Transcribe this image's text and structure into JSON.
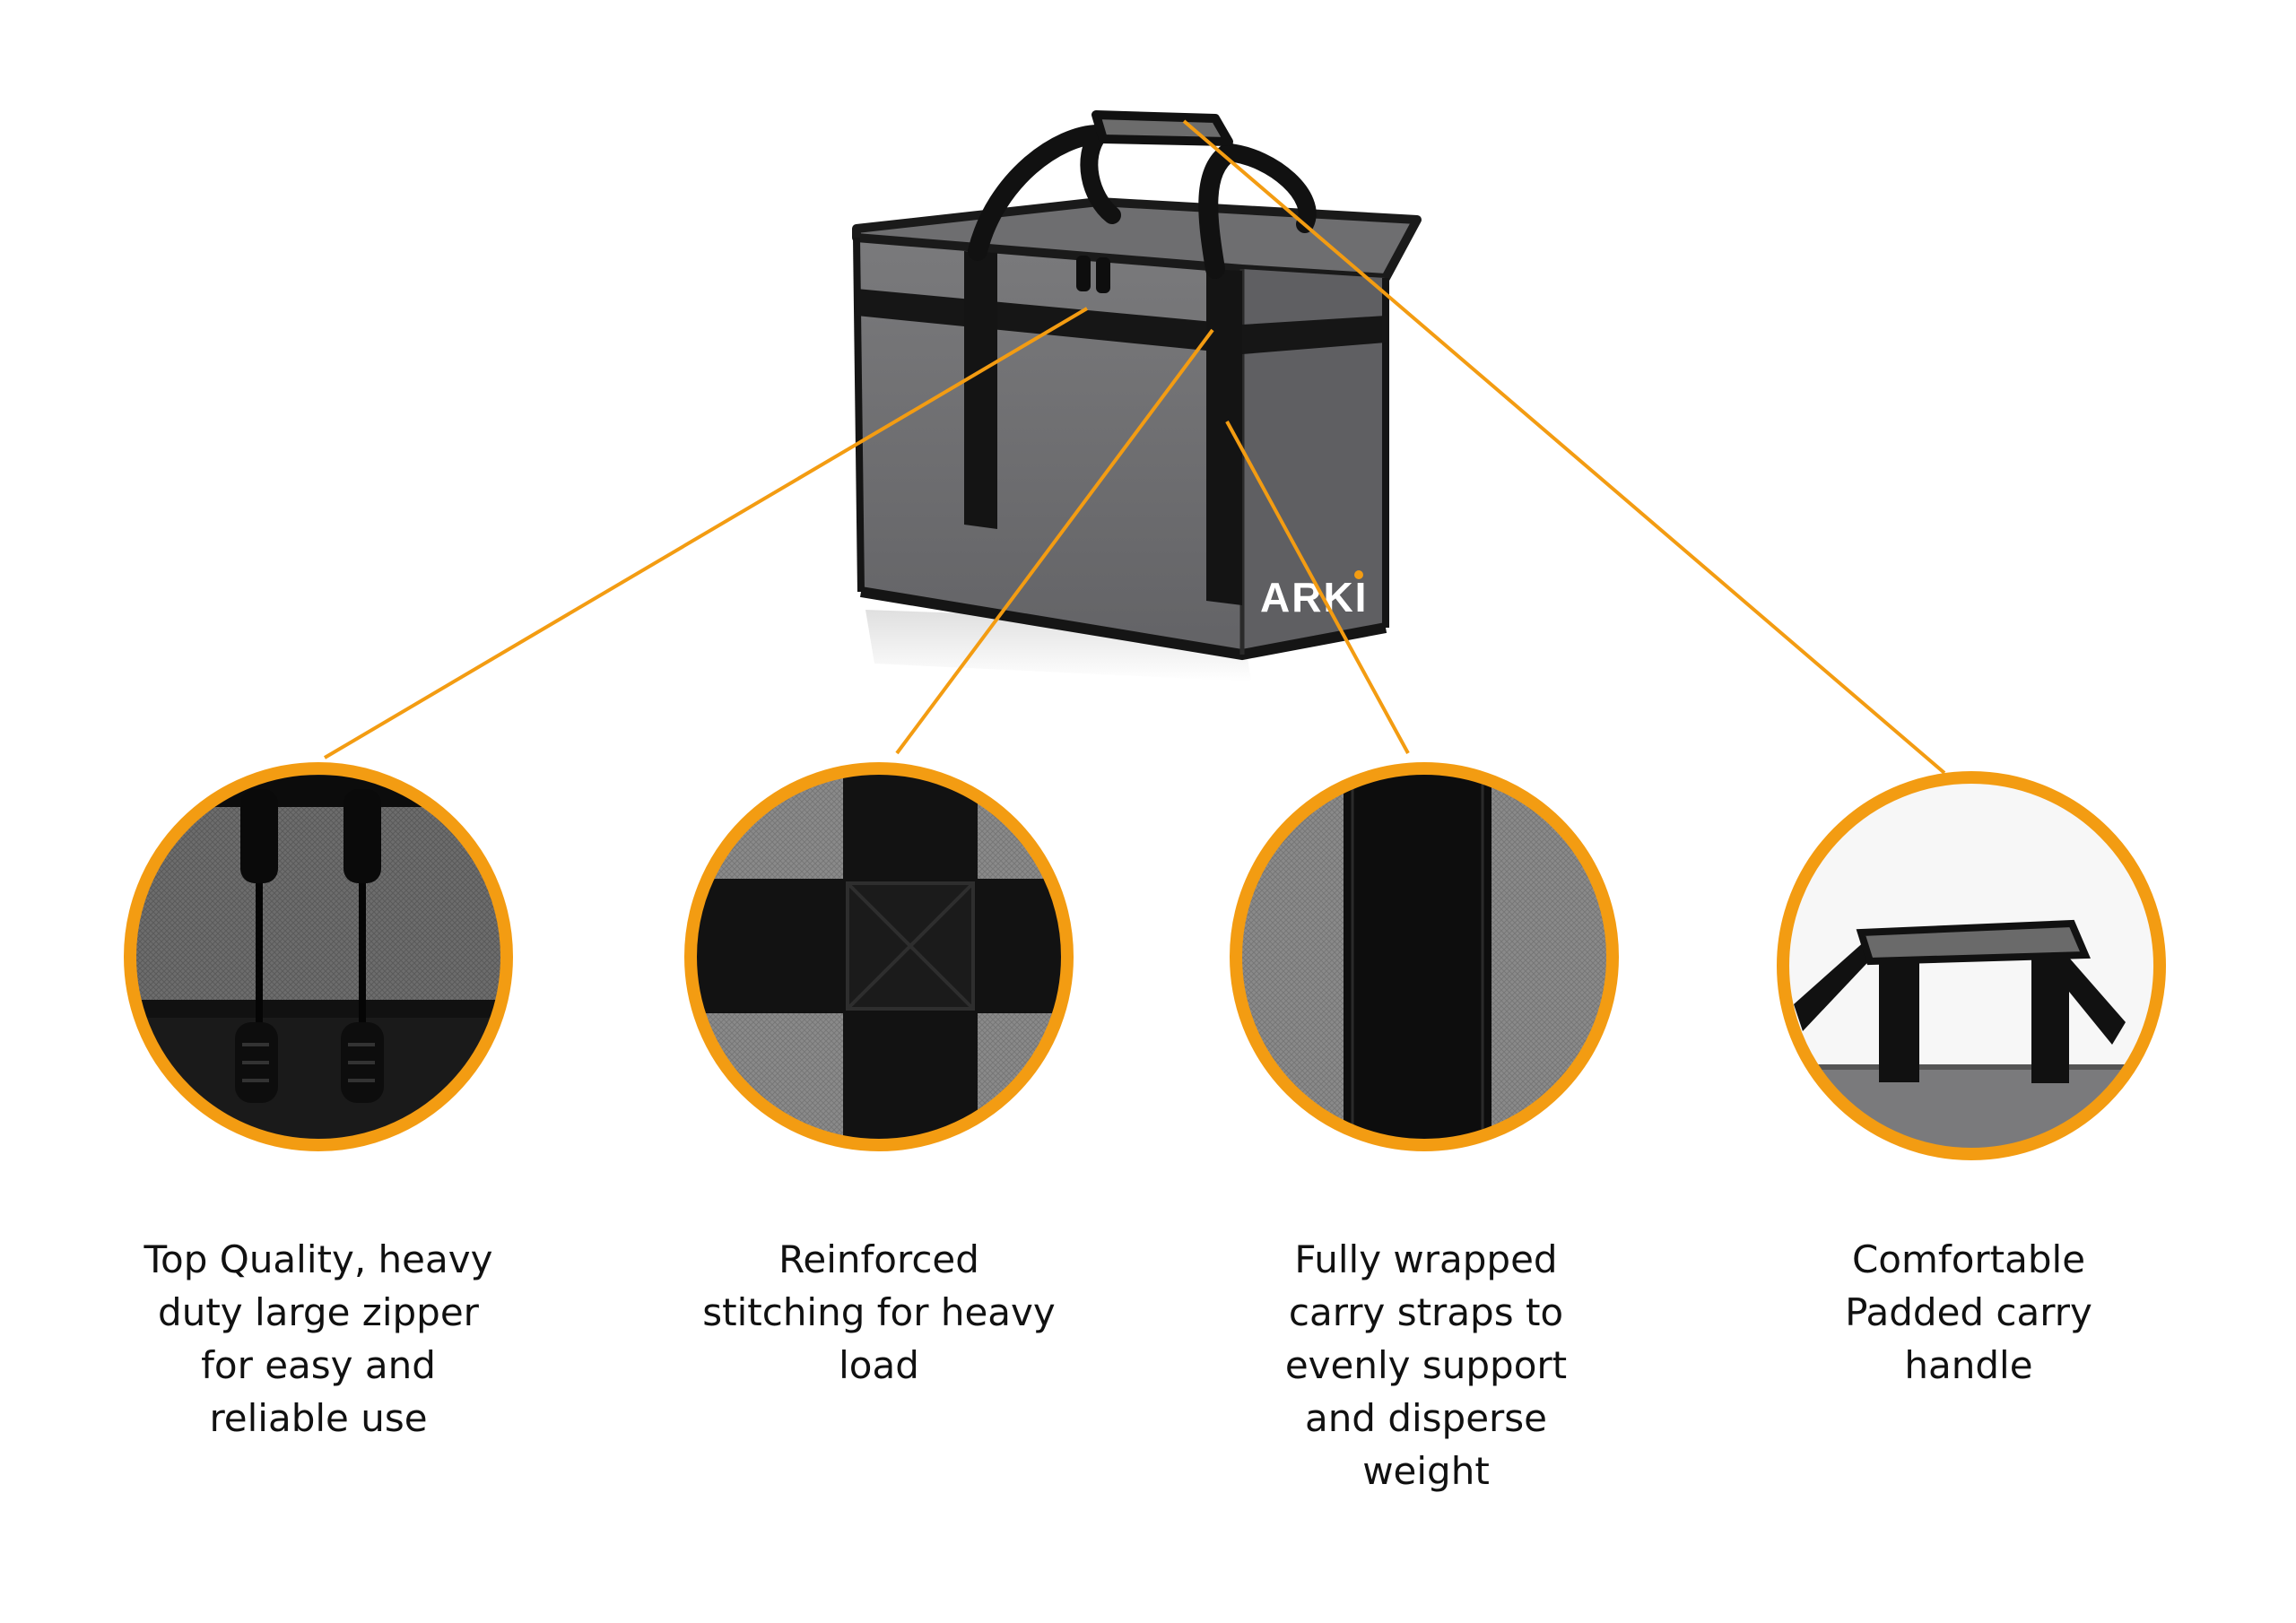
{
  "accent_color": "#f39c12",
  "brand": {
    "logo_text": "ARKI"
  },
  "features": [
    {
      "icon": "zipper-closeup-icon",
      "caption": "Top Quality, heavy\nduty large zipper\nfor easy and\nreliable use"
    },
    {
      "icon": "stitching-closeup-icon",
      "caption": "Reinforced\nstitching for heavy\nload"
    },
    {
      "icon": "strap-closeup-icon",
      "caption": "Fully wrapped\ncarry straps to\nevenly support\nand disperse\nweight"
    },
    {
      "icon": "handle-closeup-icon",
      "caption": "Comfortable\nPadded carry\nhandle"
    }
  ]
}
